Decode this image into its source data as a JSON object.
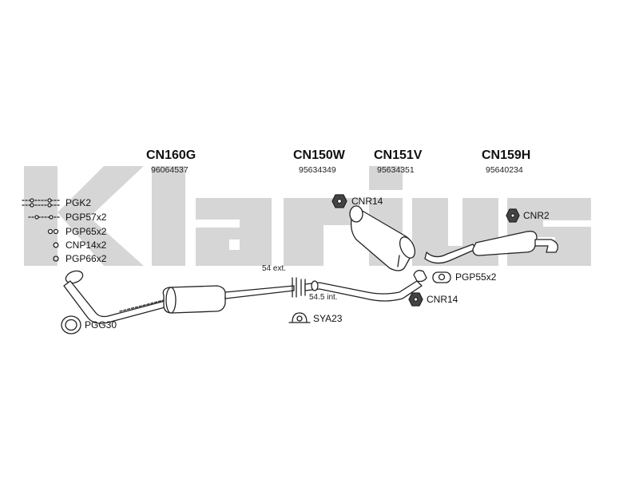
{
  "brand": {
    "watermark": "Klarius"
  },
  "parts": [
    {
      "code": "CN160G",
      "number": "96064537"
    },
    {
      "code": "CN150W",
      "number": "95634349"
    },
    {
      "code": "CN151V",
      "number": "95634351"
    },
    {
      "code": "CN159H",
      "number": "95640234"
    }
  ],
  "fittings": {
    "pgk2": "PGK2",
    "pgp57x2": "PGP57x2",
    "pgp65x2": "PGP65x2",
    "cnp14x2": "CNP14x2",
    "pgp66x2": "PGP66x2",
    "pgg30": "PGG30",
    "cnr14_top": "CNR14",
    "cnr2": "CNR2",
    "pgp55x2": "PGP55x2",
    "cnr14_bottom": "CNR14",
    "sya23": "SYA23"
  },
  "notes": {
    "ext": "54 ext.",
    "int": "54.5 int."
  },
  "colors": {
    "line": "#222222",
    "watermark": "#d4d4d4",
    "fill": "#ffffff"
  }
}
